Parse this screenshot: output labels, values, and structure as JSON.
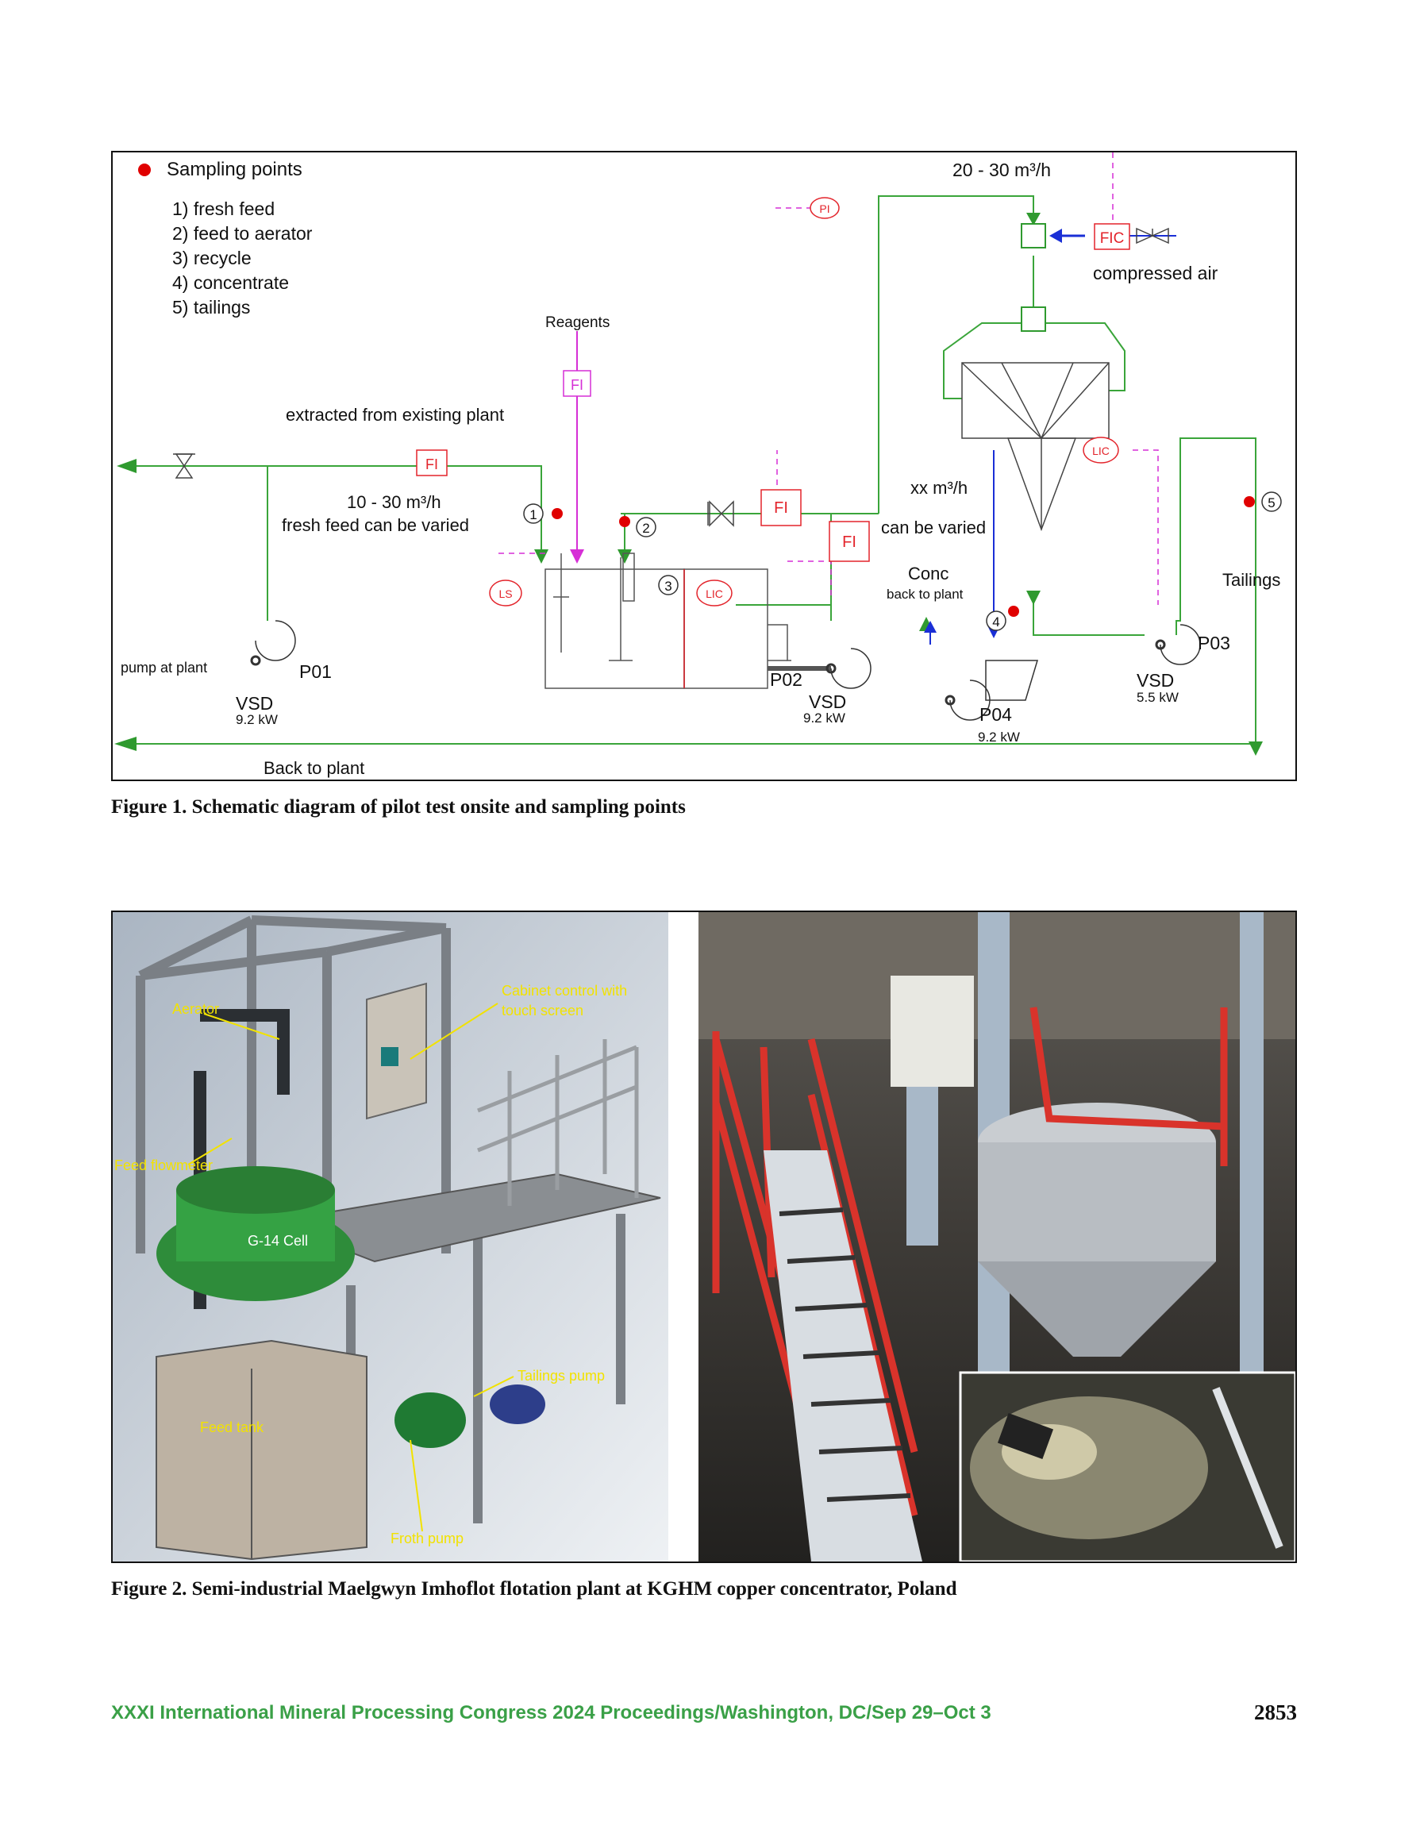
{
  "figure1": {
    "caption": "Figure 1. Schematic diagram of pilot test onsite and sampling points",
    "legend_title": "Sampling points",
    "legend_items": [
      "1) fresh feed",
      "2) feed to aerator",
      "3) recycle",
      "4) concentrate",
      "5) tailings"
    ],
    "labels": {
      "air_flow": "20 - 30 m³/h",
      "compressed_air": "compressed air",
      "reagents": "Reagents",
      "extracted": "extracted from existing plant",
      "feed_rate": "10 - 30 m³/h",
      "feed_varied": "fresh feed can be varied",
      "xx_rate": "xx m³/h",
      "can_be_varied": "can be varied",
      "conc": "Conc",
      "conc_back": "back to plant",
      "tailings": "Tailings",
      "pump_at_plant": "pump at plant",
      "back_to_plant": "Back to plant"
    },
    "instruments": {
      "pi": "PI",
      "fic": "FIC",
      "fi": "FI",
      "lic": "LIC",
      "ls": "LS"
    },
    "sample_numbers": [
      "1",
      "2",
      "3",
      "4",
      "5"
    ],
    "pumps": [
      {
        "id": "P01",
        "vsd": "VSD",
        "power": "9.2 kW"
      },
      {
        "id": "P02",
        "vsd": "VSD",
        "power": "9.2 kW"
      },
      {
        "id": "P03",
        "vsd": "VSD",
        "power": "5.5 kW"
      },
      {
        "id": "P04",
        "vsd": "",
        "power": "9.2 kW"
      }
    ],
    "colors": {
      "pipe": "#3aa53a",
      "instrument": "#e3242b",
      "reagent": "#d62fd6",
      "air": "#1a2fd6",
      "sample_dot": "#e00000"
    }
  },
  "figure2": {
    "caption": "Figure 2. Semi-industrial Maelgwyn Imhoflot flotation plant at KGHM copper concentrator, Poland",
    "render_labels": [
      "Cabinet control with",
      "touch screen",
      "Aerator",
      "Feed flowmeter",
      "G-14 Cell",
      "Tailings pump",
      "Feed tank",
      "Froth pump"
    ]
  },
  "footer": {
    "text": "XXXI International Mineral Processing Congress 2024 Proceedings/Washington, DC/Sep 29–Oct 3",
    "page": "2853"
  }
}
